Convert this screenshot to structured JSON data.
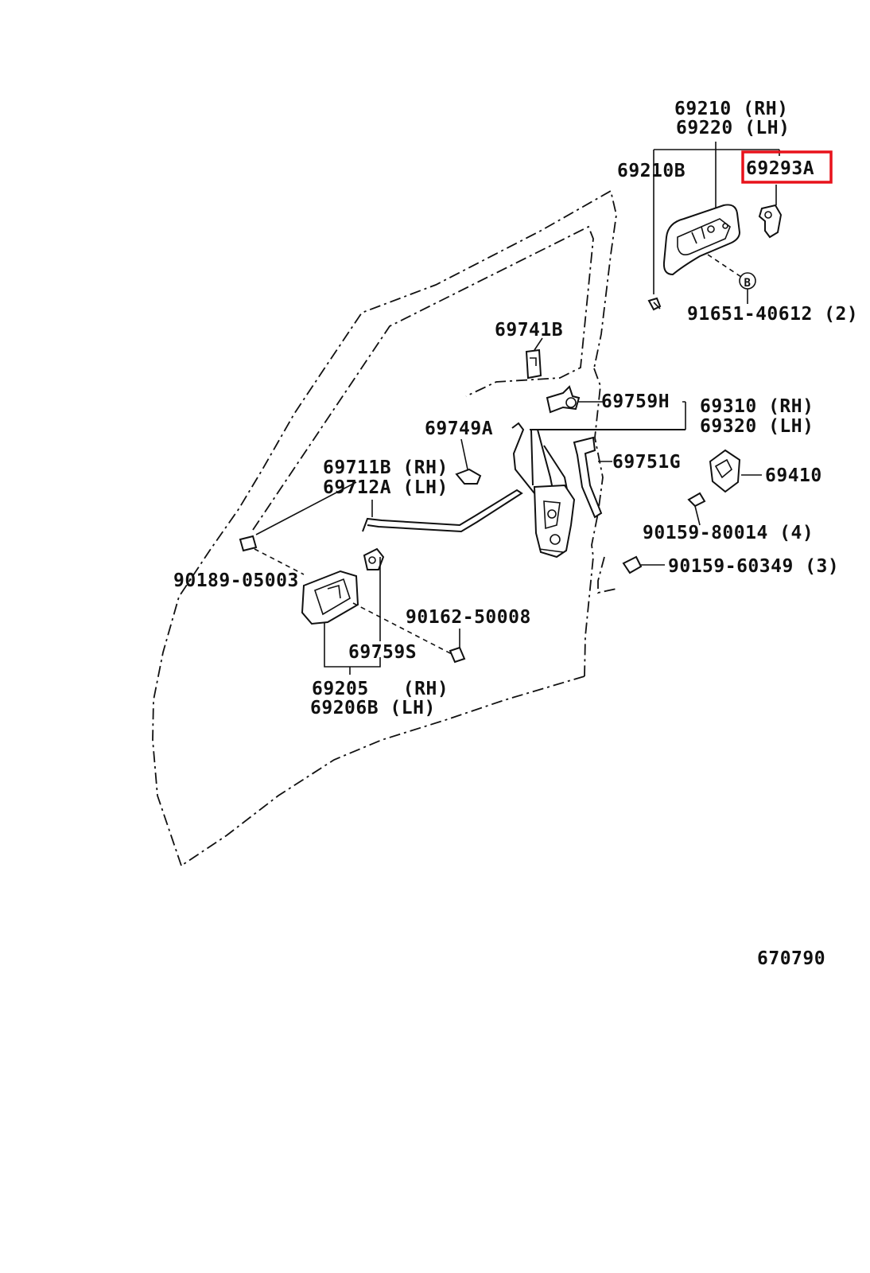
{
  "diagram": {
    "highlight_color": "#e8121b",
    "labels": {
      "p69210": "69210 (RH)",
      "p69220": "69220 (LH)",
      "p69210B": "69210B",
      "p69293A": "69293A",
      "p91651": "91651-40612 (2)",
      "p69741B": "69741B",
      "p69759H": "69759H",
      "p69310": "69310 (RH)",
      "p69320": "69320 (LH)",
      "p69749A": "69749A",
      "p69711B": "69711B (RH)",
      "p69712A": "69712A (LH)",
      "p69751G": "69751G",
      "p69410": "69410",
      "p90159_80014": "90159-80014 (4)",
      "p90159_60349": "90159-60349 (3)",
      "p90189": "90189-05003",
      "p90162": "90162-50008",
      "p69759S": "69759S",
      "p69205": "69205   (RH)",
      "p69206B": "69206B (LH)",
      "figure_number": "670790",
      "bolt_marker": "B"
    }
  }
}
